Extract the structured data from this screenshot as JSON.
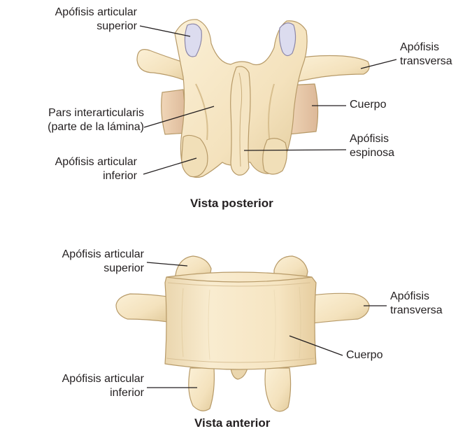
{
  "posterior": {
    "caption": "Vista posterior",
    "labels": {
      "sup_articular_1": "Apófisis articular",
      "sup_articular_2": "superior",
      "pars_1": "Pars interarticularis",
      "pars_2": "(parte de la lámina)",
      "inf_articular_1": "Apófisis articular",
      "inf_articular_2": "inferior",
      "transverse_1": "Apófisis",
      "transverse_2": "transversa",
      "body": "Cuerpo",
      "spinous_1": "Apófisis",
      "spinous_2": "espinosa"
    }
  },
  "anterior": {
    "caption": "Vista anterior",
    "labels": {
      "sup_articular_1": "Apófisis articular",
      "sup_articular_2": "superior",
      "transverse_1": "Apófisis",
      "transverse_2": "transversa",
      "body": "Cuerpo",
      "inf_articular_1": "Apófisis articular",
      "inf_articular_2": "inferior"
    }
  },
  "colors": {
    "bone": "#f7e7c4",
    "bone_shadow": "#dcc597",
    "outline": "#b79a68",
    "facet": "#dcdcef",
    "body_side": "#e8c8a8"
  }
}
